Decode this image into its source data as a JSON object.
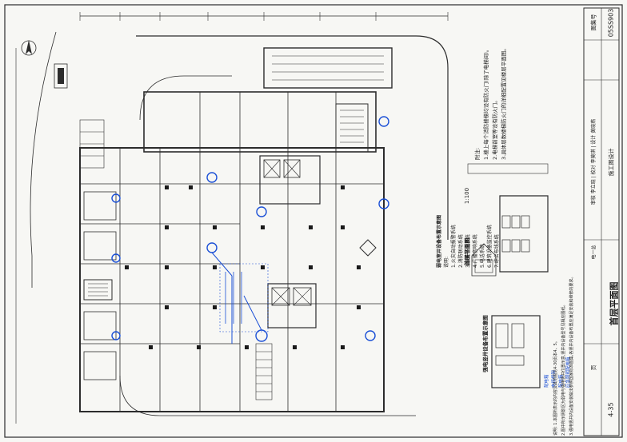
{
  "title_block": {
    "drawing_title": "首层平面图",
    "atlas_number_label": "图集号",
    "atlas_number": "05SS903",
    "page_label": "页",
    "page_number": "4-35",
    "subtitle": "施工图设计",
    "sheet_no": "电一总",
    "signoff": "审核 李立晓 | 校对 李莫琪 | 设计 黄晓燕"
  },
  "scale_label": "1:100",
  "notes": {
    "heading": "附注:",
    "items": [
      "1.楼上每个消防楼梯均设有防火门(除了电梯间)。",
      "2.电梯前室等设有防火门。",
      "3.具体层数楼梯防火门的详细配置见楼层平面图。"
    ]
  },
  "weak_room": {
    "title": "弱电室井设备布置示意图",
    "subtitle": "首层平面图",
    "legend_heading": "说明:",
    "legend": [
      "1.火灾自动报警系统",
      "2.消防联动系统",
      "3.保安监控系统",
      "4.广播音响系统",
      "5.电话系统",
      "6.建筑设备监控系统",
      "7.综合布线系统"
    ]
  },
  "strong_room": {
    "title": "强电竖井设备布置示意图",
    "labels": [
      "配电箱",
      "电缆桥架",
      "配电箱",
      "应急照明配电箱"
    ]
  },
  "bottom_notes": [
    "说明: 1.本图所表示的内容及其范围见4-30页本4、5。",
    "2.图中所示阴影区为弱电与强电竖井位置示意,竖井内设备型号见相应图纸。",
    "3.强电竖井内设备安装做法参照国家标准图集,各竖井内设备布置应满足安装和维修的要求。"
  ],
  "colors": {
    "line": "#2c2c2c",
    "blue": "#1a4fd6",
    "paper": "#f7f7f4"
  },
  "icons": [
    "north-arrow-icon",
    "elevator-icon",
    "stair-icon"
  ]
}
